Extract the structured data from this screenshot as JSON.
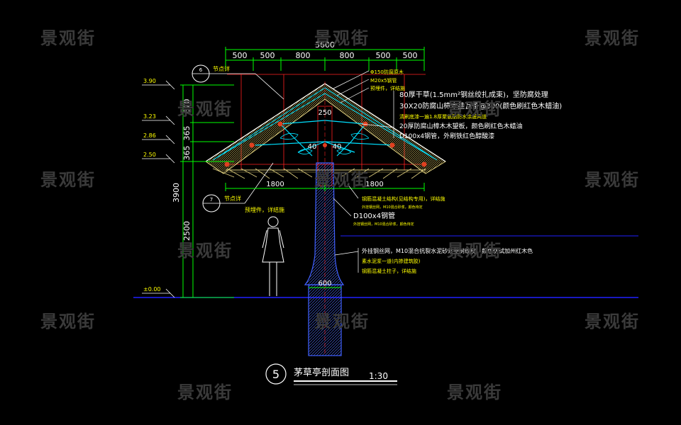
{
  "dims": {
    "top_total": "3600",
    "top_segments": [
      "500",
      "500",
      "800",
      "800",
      "500",
      "500"
    ],
    "left_height_total": "3900",
    "left_height_lower": "2500",
    "left_segments": [
      "670",
      "365",
      "365"
    ],
    "inner_center": "250",
    "inner_left": "40",
    "inner_right": "40",
    "eave_left": "1800",
    "eave_right": "1800",
    "base_width": "600"
  },
  "elevations": [
    "3.90",
    "3.23",
    "2.86",
    "2.50",
    "±0.00"
  ],
  "detail_markers": [
    {
      "number": "6",
      "label": "节点详"
    },
    {
      "number": "7",
      "label": "节点详"
    }
  ],
  "annotations_right": [
    "Φ150防腐原木",
    "M20x5钢管",
    "预埋件，详结施",
    "80厚干草(1.5mm²钢丝绞扎成束)，坚防腐处理",
    "30X20防腐山樟木挂瓦条@300(颜色刷红色木蜡油)",
    "清刷底漆一遍1.8厚聚氨酯防水涂膜两道",
    "20厚防腐山樟木木望板，颜色刷红色木蜡油",
    "D100x4钢管，外刷铁红色醇酸漆"
  ],
  "annotations_mid": [
    "钢筋混凝土结构(见结构专用)，详结施",
    "外挂钢丝网，M10混合砂浆，颜色待定"
  ],
  "annotation_d100": "D100x4钢管",
  "annotation_d100_sub": "外挂钢丝网，M10混合砂浆，颜色待定",
  "annotation_left_mid": "预埋件，详结施",
  "annotations_trunk": [
    "外挂钢丝网，M10混合抗裂水泥砂浆塑树纹皮，颜色仿试加州红木色",
    "素水泥浆一道(内掺建筑胶)",
    "钢筋混凝土柱子，详结施"
  ],
  "title": {
    "number": "5",
    "name": "茅草亭剖面图",
    "scale": "1:30"
  },
  "watermark": "景观街",
  "colors": {
    "background": "#000000",
    "dimension": "#00ff00",
    "text": "#ffffff",
    "annotation_yellow": "#ffff00",
    "roof_red": "#ff2020",
    "ground_blue": "#2020ff",
    "structure_cyan": "#00e0ff",
    "thatch": "#e0d080",
    "trunk_blue": "#4060ff"
  }
}
